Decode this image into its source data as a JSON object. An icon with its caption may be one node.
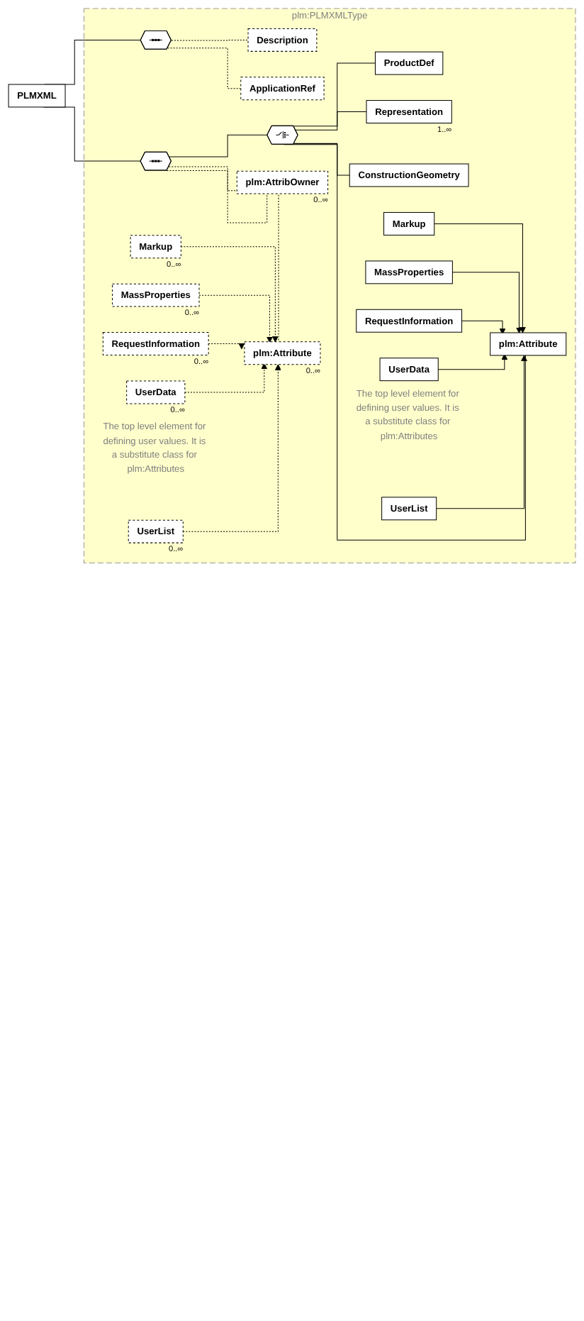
{
  "diagram": {
    "nodes": [
      {
        "text": [
          "PLMXML"
        ]
      },
      {
        "text": [
          "plm:PLMXMLType"
        ]
      },
      {
        "text": [],
        "shape": "octagon",
        "in": 1
      },
      {
        "text": [
          "Description"
        ],
        "in": 1
      },
      {
        "text": [
          "ApplicationRef"
        ],
        "in": 1
      },
      {
        "text": [],
        "shape": "octagon",
        "in": 1
      },
      {
        "text": [
          "ProductDef"
        ],
        "in": 1
      },
      {
        "text": [
          "Representation"
        ],
        "beside": [
          "1..∞"
        ],
        "in": 1
      },
      {
        "text": [
          "ConstructionGeometry"
        ],
        "in": 1
      },
      {
        "text": [
          "plm:Attribute"
        ],
        "in": 1
      },
      {
        "text": [
          "Markup"
        ],
        "in": 1
      },
      {
        "text": [
          "MassProperties"
        ],
        "in": 1
      },
      {
        "text": [
          "RequestInformation"
        ],
        "in": 1
      },
      {
        "text": [
          "UserData"
        ],
        "beside": [
          "The top level element for defining user values. It is a substitute class for plm:Attributes"
        ],
        "in": 1
      },
      {
        "text": [
          "UserList"
        ],
        "in": 1
      },
      {
        "text": [],
        "shape": "octagon",
        "in": 1
      },
      {
        "text": [
          "plm:Attribute"
        ],
        "beside": [
          "0..∞"
        ],
        "in": 1
      },
      {
        "text": [
          "Markup"
        ],
        "beside": [
          "0..∞"
        ],
        "in": 1
      },
      {
        "text": [
          "MassProperties"
        ],
        "beside": [
          "0..∞"
        ],
        "in": 1
      },
      {
        "text": [
          "RequestInformation"
        ],
        "beside": [
          "0..∞"
        ],
        "in": 1
      },
      {
        "text": [
          "UserData"
        ],
        "beside": [
          "0..∞",
          "The top level element for defining user values. It is a substitute class for plm:Attributes"
        ],
        "in": 1
      },
      {
        "text": [
          "UserList"
        ],
        "beside": [
          "0..∞"
        ],
        "in": 1
      },
      {
        "text": [
          "plm:AttribOwner"
        ],
        "beside": [
          "0..∞"
        ],
        "in": 1
      }
    ],
    "edges": [
      {
        "from": 0,
        "to": 2,
        "arrow": "none"
      },
      {
        "from": 0,
        "to": 15,
        "arrow": "none"
      },
      {
        "from": 2,
        "to": 3,
        "arrow": "none",
        "style": "dashed"
      },
      {
        "from": 2,
        "to": 4,
        "arrow": "none",
        "style": "dashed"
      },
      {
        "from": 15,
        "to": 5,
        "arrow": "none"
      },
      {
        "from": 5,
        "to": 6,
        "arrow": "none"
      },
      {
        "from": 5,
        "to": 7,
        "arrow": "none"
      },
      {
        "from": 5,
        "to": 8,
        "arrow": "none"
      },
      {
        "from": 5,
        "to": 9,
        "arrow": "none"
      },
      {
        "from": 10,
        "to": 9,
        "arrow": "to"
      },
      {
        "from": 11,
        "to": 9,
        "arrow": "to"
      },
      {
        "from": 12,
        "to": 9,
        "arrow": "to"
      },
      {
        "from": 13,
        "to": 9,
        "arrow": "to"
      },
      {
        "from": 14,
        "to": 9,
        "arrow": "to"
      },
      {
        "from": 15,
        "to": 16,
        "arrow": "none",
        "style": "dashed"
      },
      {
        "from": 17,
        "to": 16,
        "arrow": "to",
        "style": "dashed"
      },
      {
        "from": 18,
        "to": 16,
        "arrow": "to",
        "style": "dashed"
      },
      {
        "from": 19,
        "to": 16,
        "arrow": "to",
        "style": "dashed"
      },
      {
        "from": 20,
        "to": 16,
        "arrow": "to",
        "style": "dashed"
      },
      {
        "from": 21,
        "to": 16,
        "arrow": "to",
        "style": "dashed"
      },
      {
        "from": 15,
        "to": 22,
        "arrow": "none",
        "style": "dashed"
      }
    ]
  }
}
